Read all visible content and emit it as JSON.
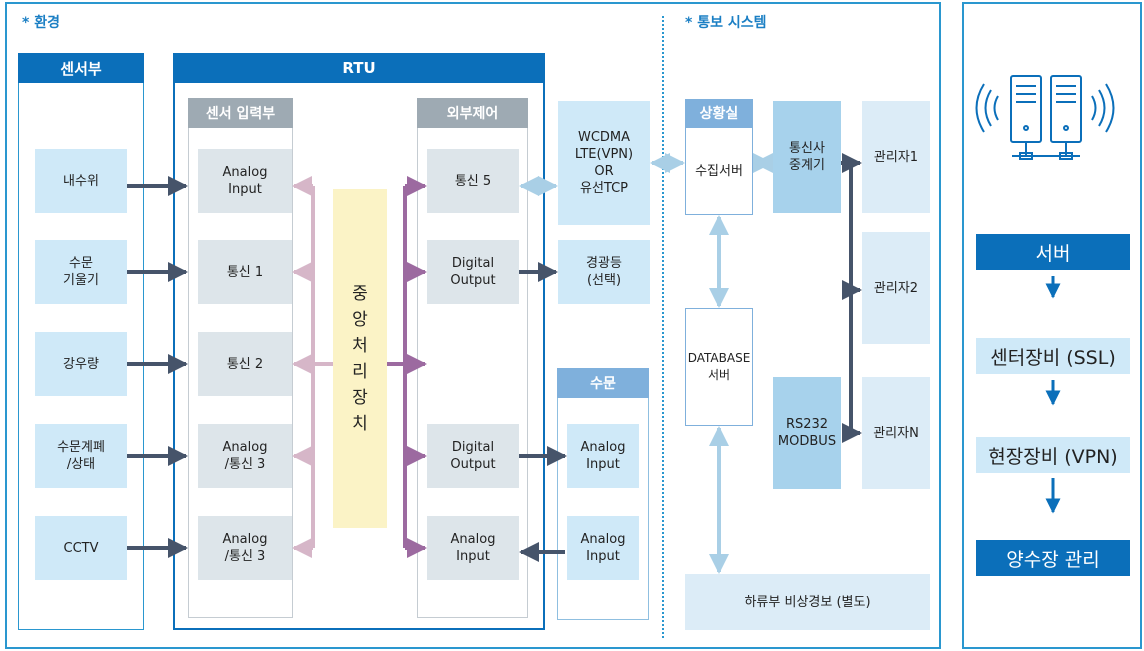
{
  "env_title": "* 환경",
  "notify_title": "* 통보 시스템",
  "sensor": {
    "header": "센서부",
    "items": [
      "내수위",
      "수문\n기울기",
      "강우량",
      "수문계폐\n/상태",
      "CCTV"
    ]
  },
  "rtu": {
    "header": "RTU",
    "input": {
      "header": "센서 입력부",
      "items": [
        "Analog\nInput",
        "통신 1",
        "통신 2",
        "Analog\n/통신 3",
        "Analog\n/통신 3"
      ]
    },
    "cpu": [
      "중",
      "앙",
      "처",
      "리",
      "장",
      "치"
    ],
    "external": {
      "header": "외부제어",
      "items": [
        "통신 5",
        "Digital\nOutput",
        "Digital\nOutput",
        "Analog\nInput"
      ]
    }
  },
  "comm": "WCDMA\nLTE(VPN)\nOR\n유선TCP",
  "warning_light": "경광등\n(선택)",
  "floodgate": {
    "header": "수문",
    "items": [
      "Analog\nInput",
      "Analog\nInput"
    ]
  },
  "control_room": {
    "header": "상황실",
    "collect": "수집서버",
    "database": "DATABASE\n서버"
  },
  "telecom_relay": "통신사\n중계기",
  "rs232": "RS232\nMODBUS",
  "managers": [
    "관리자1",
    "관리자2",
    "관리자N"
  ],
  "downstream": "하류부 비상경보 (별도)",
  "side": {
    "server": "서버",
    "center": "센터장비 (SSL)",
    "field": "현장장비 (VPN)",
    "pump": "양수장 관리"
  },
  "colors": {
    "accent_blue": "#0b6fba",
    "light_blue": "#cfe9f8",
    "gray": "#dde5ea",
    "yellow": "#fbf3c6",
    "arrow_dark": "#46546a",
    "arrow_pink": "#d6b6c8",
    "arrow_purple": "#9c6aa0",
    "arrow_light": "#a9cfe6"
  },
  "icons": [
    "server-icon",
    "wifi-left-icon",
    "wifi-right-icon",
    "arrow-down-icon"
  ]
}
